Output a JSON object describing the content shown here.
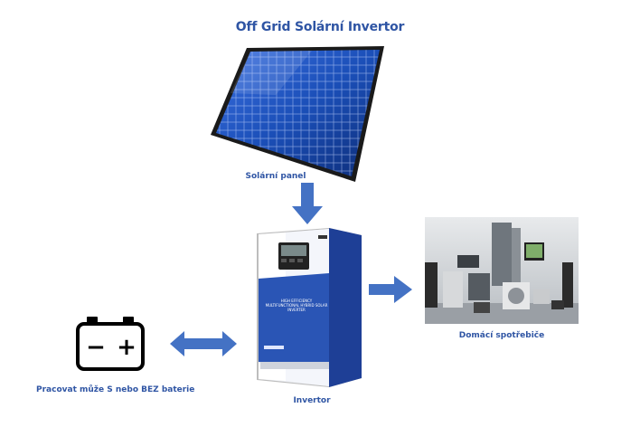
{
  "diagram": {
    "title": "Off Grid Solární Invertor",
    "solar_panel_label": "Solární panel",
    "appliances_label": "Domácí spotřebiče",
    "inverter_label": "Invertor",
    "battery_label": "Pracovat může S nebo BEZ baterie",
    "inverter_front_text": "HIGH EFFICIENCY MULTIFUNCTIONAL HYBRID SOLAR INVERTER",
    "battery_minus": "−",
    "battery_plus": "+"
  },
  "colors": {
    "text_blue": "#2f55a4",
    "arrow_blue": "#4472c4",
    "panel_cell": "#1b4fb8",
    "inverter_blue": "#2a55b5"
  }
}
